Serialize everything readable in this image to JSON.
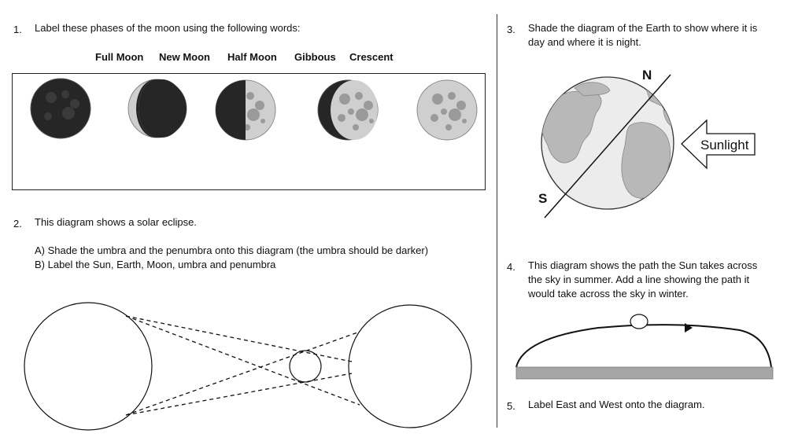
{
  "q1": {
    "num": "1.",
    "text": "Label these phases of the moon using the following words:",
    "words": [
      "Full Moon",
      "New Moon",
      "Half Moon",
      "Gibbous",
      "Crescent"
    ]
  },
  "q2": {
    "num": "2.",
    "text": "This diagram shows a solar eclipse.",
    "part_a": "A) Shade the umbra and the penumbra onto this diagram (the umbra should be darker)",
    "part_b": "B) Label the Sun, Earth, Moon, umbra and penumbra"
  },
  "q3": {
    "num": "3.",
    "line1": "Shade the diagram of the Earth to show where it is",
    "line2": "day and where it is night.",
    "north": "N",
    "south": "S",
    "sunlight": "Sunlight"
  },
  "q4": {
    "num": "4.",
    "line1": "This diagram shows the path the Sun takes across",
    "line2": "the sky in summer. Add a line showing the path it",
    "line3": "would take across the sky in winter."
  },
  "q5": {
    "num": "5.",
    "text": "Label East and West onto the diagram."
  },
  "colors": {
    "moon_dark": "#262626",
    "moon_light": "#cfcfcf",
    "crater": "#9a9a9a",
    "land": "#b8b8b8",
    "ground": "#a6a6a6"
  }
}
